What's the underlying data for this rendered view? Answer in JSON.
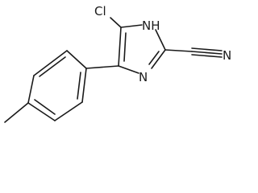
{
  "molecule": {
    "atoms": {
      "chlorine": "Cl",
      "nh": "NH",
      "ring_n": "N",
      "nitrile_n": "N"
    }
  }
}
